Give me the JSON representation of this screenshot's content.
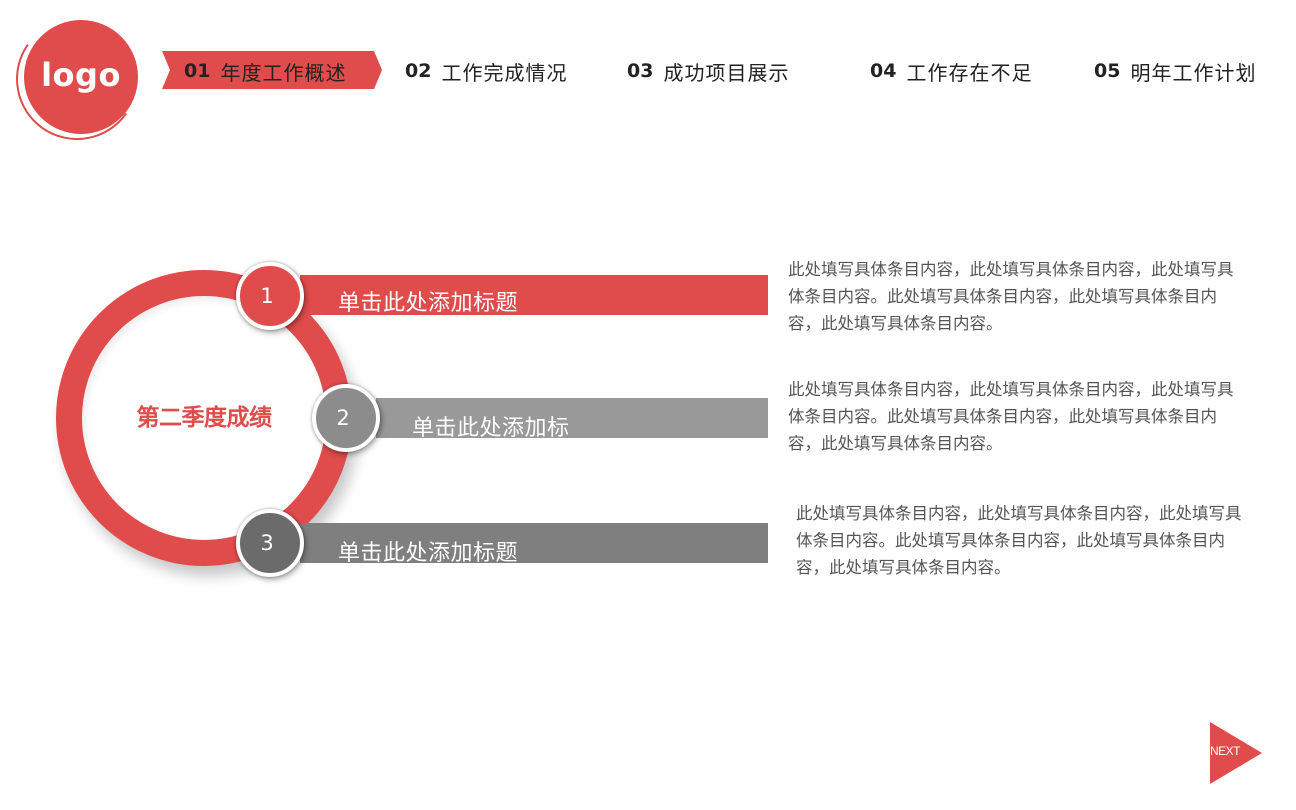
{
  "logo": {
    "text": "logo"
  },
  "nav": [
    {
      "num": "01",
      "label": "年度工作概述",
      "active": true
    },
    {
      "num": "02",
      "label": "工作完成情况",
      "active": false
    },
    {
      "num": "03",
      "label": "成功项目展示",
      "active": false
    },
    {
      "num": "04",
      "label": "工作存在不足",
      "active": false
    },
    {
      "num": "05",
      "label": "明年工作计划",
      "active": false
    }
  ],
  "ring": {
    "caption": "第二季度成绩"
  },
  "items": [
    {
      "num": "1",
      "title": "单击此处添加标题",
      "desc": "此处填写具体条目内容，此处填写具体条目内容，此处填写具体条目内容。此处填写具体条目内容，此处填写具体条目内容，此处填写具体条目内容。"
    },
    {
      "num": "2",
      "title": "单击此处添加标",
      "desc": "此处填写具体条目内容，此处填写具体条目内容，此处填写具体条目内容。此处填写具体条目内容，此处填写具体条目内容，此处填写具体条目内容。"
    },
    {
      "num": "3",
      "title": "单击此处添加标题",
      "desc": "此处填写具体条目内容，此处填写具体条目内容，此处填写具体条目内容。此处填写具体条目内容，此处填写具体条目内容，此处填写具体条目内容。"
    }
  ],
  "next": {
    "label": "NEXT"
  },
  "colors": {
    "accent": "#e04b4b",
    "bar_gray": "#999999",
    "bar_dark": "#7f7f7f",
    "circle_gray": "#8c8c8c",
    "circle_dark": "#6b6b6b",
    "text_dark": "#222222",
    "text_body": "#555555"
  }
}
